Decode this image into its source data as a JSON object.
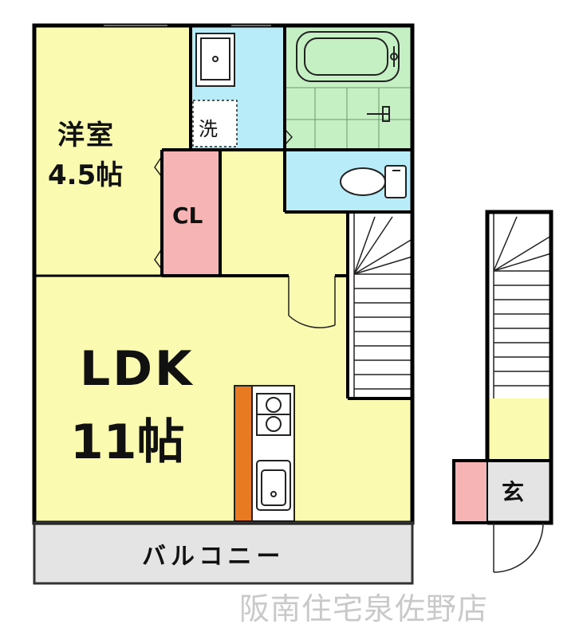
{
  "rooms": {
    "western_room_name": "洋室",
    "western_room_size": "4.5帖",
    "closet": "CL",
    "washroom": "洗",
    "ldk_name": "LDK",
    "ldk_size": "11帖",
    "balcony": "バルコニー",
    "entrance": "玄"
  },
  "watermark": "阪南住宅泉佐野店",
  "colors": {
    "wall": "#000000",
    "room_yellow": "#fafab0",
    "water_blue": "#b8ecf8",
    "bath_green": "#c4f0c4",
    "closet_pink": "#f6b4b4",
    "balcony_gray": "#e4e4e4",
    "counter_orange": "#e87a22",
    "watermark": "#c9c9c9"
  }
}
